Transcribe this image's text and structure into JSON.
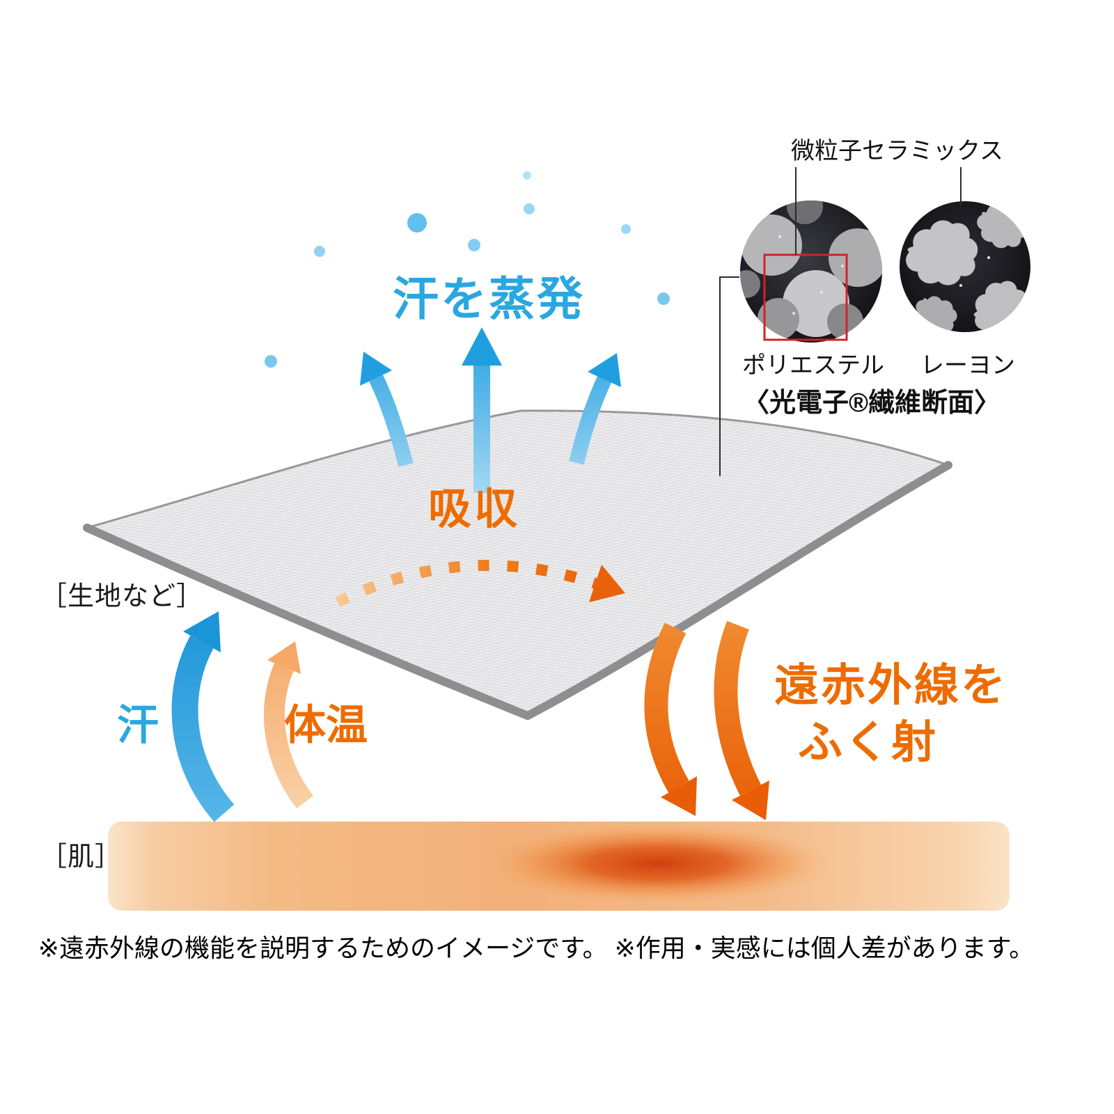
{
  "diagram": {
    "evaporate_label": "汗を蒸発",
    "absorb_label": "吸収",
    "fabric_label": "［生地など］",
    "sweat_label": "汗",
    "body_temp_label": "体温",
    "far_infrared_line1": "遠赤外線を",
    "far_infrared_line2": "ふく射",
    "skin_label": "［肌］",
    "note": "※遠赤外線の機能を説明するためのイメージです。 ※作用・実感には個人差があります。"
  },
  "inset": {
    "ceramics_label": "微粒子セラミックス",
    "polyester_label": "ポリエステル",
    "rayon_label": "レーヨン",
    "cross_section_label": "〈光電子®繊維断面〉"
  },
  "colors": {
    "blue": "#29a7e1",
    "light_blue": "#a5d9f3",
    "orange": "#ed6c01",
    "peach_arrow": "#f6b57d",
    "mesh_gray": "#9b9b9e",
    "mesh_fill": "#ececee",
    "skin_base": "#f3b27c",
    "skin_hotspot": "#d24a10",
    "photo_background": "#141418",
    "red_box": "#cf2328"
  }
}
